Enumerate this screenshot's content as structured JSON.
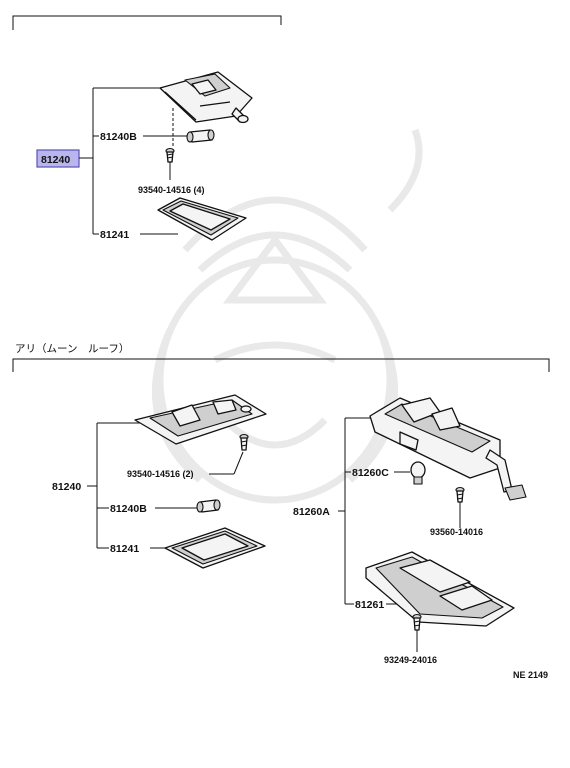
{
  "header_note": "アリ（ムーン　ルーフ）",
  "diagram_code": "NE 2149",
  "section_top": {
    "assembly": "81240",
    "bulb": "81240B",
    "screw": "93540-14516 (4)",
    "lens": "81241"
  },
  "section_bottom": {
    "left": {
      "assembly": "81240",
      "screw": "93540-14516 (2)",
      "bulb": "81240B",
      "lens": "81241"
    },
    "right": {
      "assembly": "81260A",
      "bulb": "81260C",
      "screw_a": "93560-14016",
      "cover": "81261",
      "screw_b": "93249-24016"
    }
  },
  "colors": {
    "highlight_fill": "#b9b6ee",
    "highlight_stroke": "#5a52b5"
  }
}
